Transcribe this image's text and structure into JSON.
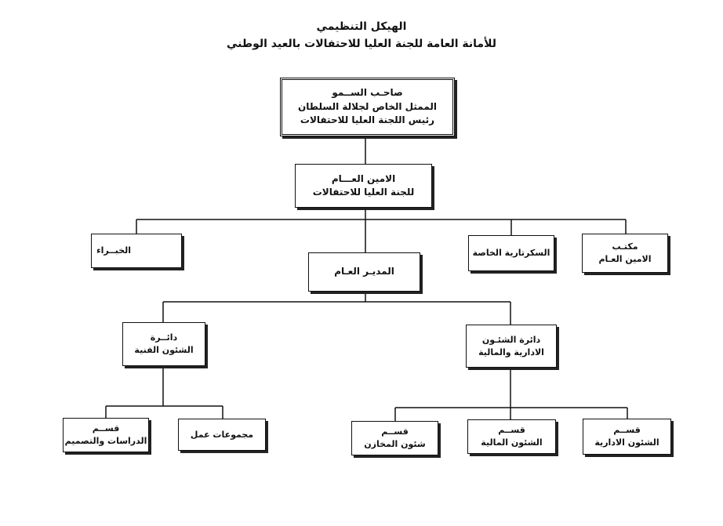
{
  "title": {
    "line1": "الهيكل التنظيمي",
    "line2": "للأمانة العامة للجنة العليا للاحتفالات بالعيد الوطني"
  },
  "boxes": {
    "top": {
      "line1": "صاحـب الســمو",
      "line2": "الممثل الخاص لجلالة السلطان",
      "line3": "رئيس اللجنة العليا للاحتفالات"
    },
    "secretary_general": {
      "line1": "الامين العـــام",
      "line2": "للجنة العليا للاحتفالات"
    },
    "experts": {
      "line1": "الخبــراء"
    },
    "private_secretariat": {
      "line1": "السكرتارية الخاصة"
    },
    "sg_office": {
      "line1": "مكتـب",
      "line2": "الامين العـام"
    },
    "director_general": {
      "line1": "المديـر العـام"
    },
    "technical_affairs": {
      "line1": "دائــرة",
      "line2": "الشئون الفنية"
    },
    "admin_finance_affairs": {
      "line1": "دائرة الشئـون",
      "line2": "الادارية والمالية"
    },
    "studies_design": {
      "line1": "قســم",
      "line2": "الدراسات والتصميم"
    },
    "work_groups": {
      "line1": "مجموعات عمل"
    },
    "stores_affairs": {
      "line1": "قســم",
      "line2": "شئون المخازن"
    },
    "financial_affairs": {
      "line1": "قســم",
      "line2": "الشئون المالية"
    },
    "admin_affairs": {
      "line1": "قســم",
      "line2": "الشئون الادارية"
    }
  }
}
